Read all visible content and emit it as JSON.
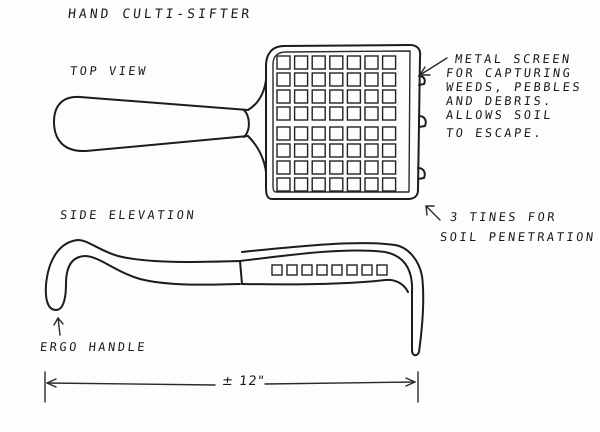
{
  "title": "HAND CULTI-SIFTER",
  "views": {
    "top": "TOP VIEW",
    "side": "SIDE ELEVATION"
  },
  "callouts": {
    "screen": [
      "METAL SCREEN",
      "FOR CAPTURING",
      "WEEDS, PEBBLES",
      "AND DEBRIS.",
      "ALLOWS SOIL",
      "TO ESCAPE."
    ],
    "tines": [
      "3  TINES FOR",
      "SOIL  PENETRATION"
    ],
    "handle": "ERGO HANDLE"
  },
  "dimension": {
    "length": "± 12\""
  }
}
